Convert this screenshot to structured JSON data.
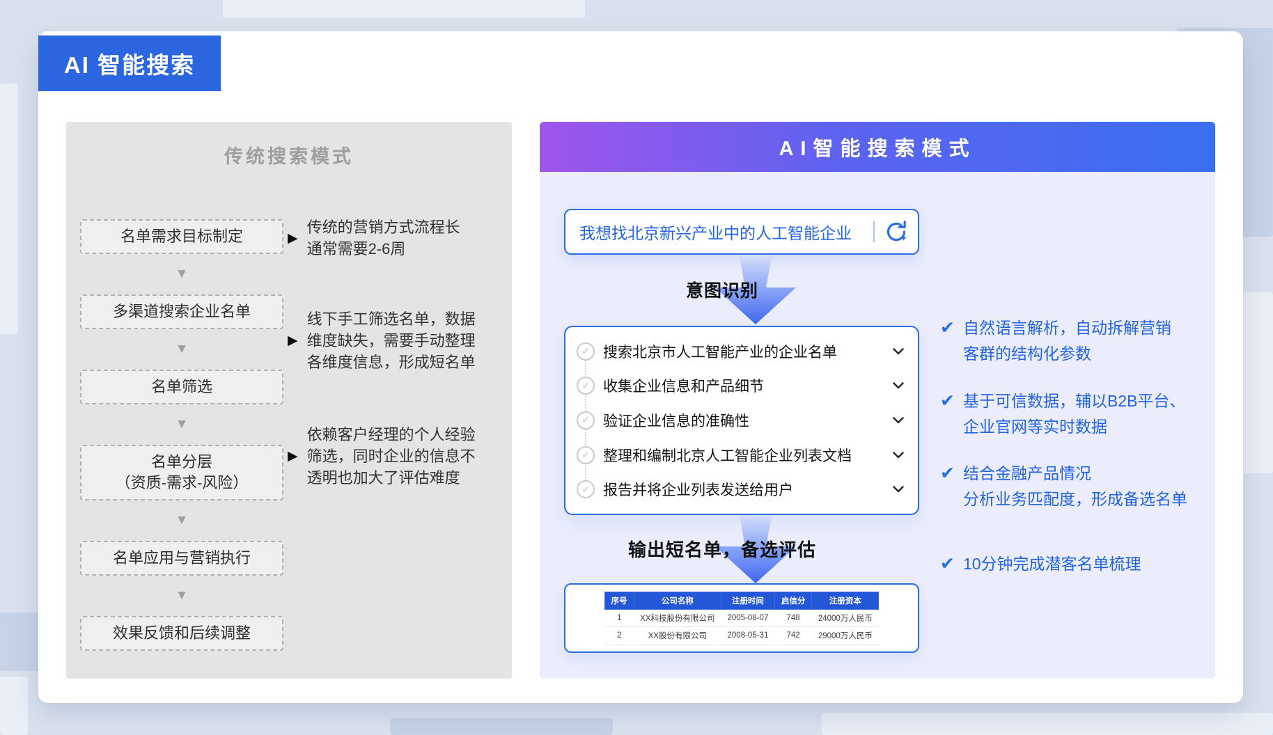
{
  "page_title": "AI 智能搜索",
  "colors": {
    "accent_blue": "#2b6be4",
    "badge_blue": "#2b66e0",
    "header_gradient_left": "#a055ec",
    "header_gradient_right": "#3a6ff2",
    "left_panel_gray": "#e4e4e4",
    "right_panel_lavender": "#ebedfc",
    "table_header_blue": "#2457d8",
    "benefit_text_blue": "#2263e5"
  },
  "icons": {
    "flow_down_arrow": "▼",
    "annotation_marker": "▶",
    "task_check": "✓",
    "benefit_check": "✔"
  },
  "left_panel": {
    "title": "传统搜索模式",
    "steps": [
      {
        "label": "名单需求目标制定"
      },
      {
        "label": "多渠道搜索企业名单"
      },
      {
        "label": "名单筛选"
      },
      {
        "label": "名单分层\n（资质-需求-风险）"
      },
      {
        "label": "名单应用与营销执行"
      },
      {
        "label": "效果反馈和后续调整"
      }
    ],
    "annotations": [
      {
        "text": "传统的营销方式流程长\n通常需要2-6周"
      },
      {
        "text": "线下手工筛选名单，数据\n维度缺失，需要手动整理\n各维度信息，形成短名单"
      },
      {
        "text": "依赖客户经理的个人经验\n筛选，同时企业的信息不\n透明也加大了评估难度"
      }
    ]
  },
  "right_panel": {
    "title": "AI智能搜索模式",
    "search": {
      "query": "我想找北京新兴产业中的人工智能企业",
      "icon_name": "ai-refresh-search-icon"
    },
    "step1_label": "意图识别",
    "tasks": [
      {
        "label": "搜索北京市人工智能产业的企业名单"
      },
      {
        "label": "收集企业信息和产品细节"
      },
      {
        "label": "验证企业信息的准确性"
      },
      {
        "label": "整理和编制北京人工智能企业列表文档"
      },
      {
        "label": "报告并将企业列表发送给用户"
      }
    ],
    "step2_label": "输出短名单，备选评估",
    "table": {
      "headers": [
        "序号",
        "公司名称",
        "注册时间",
        "启信分",
        "注册资本"
      ],
      "rows": [
        [
          "1",
          "XX科技股份有限公司",
          "2005-08-07",
          "748",
          "24000万人民币"
        ],
        [
          "2",
          "XX股份有限公司",
          "2008-05-31",
          "742",
          "29000万人民币"
        ]
      ]
    },
    "benefits": [
      {
        "text": "自然语言解析，自动拆解营销\n客群的结构化参数"
      },
      {
        "text": "基于可信数据，辅以B2B平台、\n企业官网等实时数据"
      },
      {
        "text": "结合金融产品情况\n分析业务匹配度，形成备选名单"
      },
      {
        "text": "10分钟完成潜客名单梳理"
      }
    ]
  }
}
